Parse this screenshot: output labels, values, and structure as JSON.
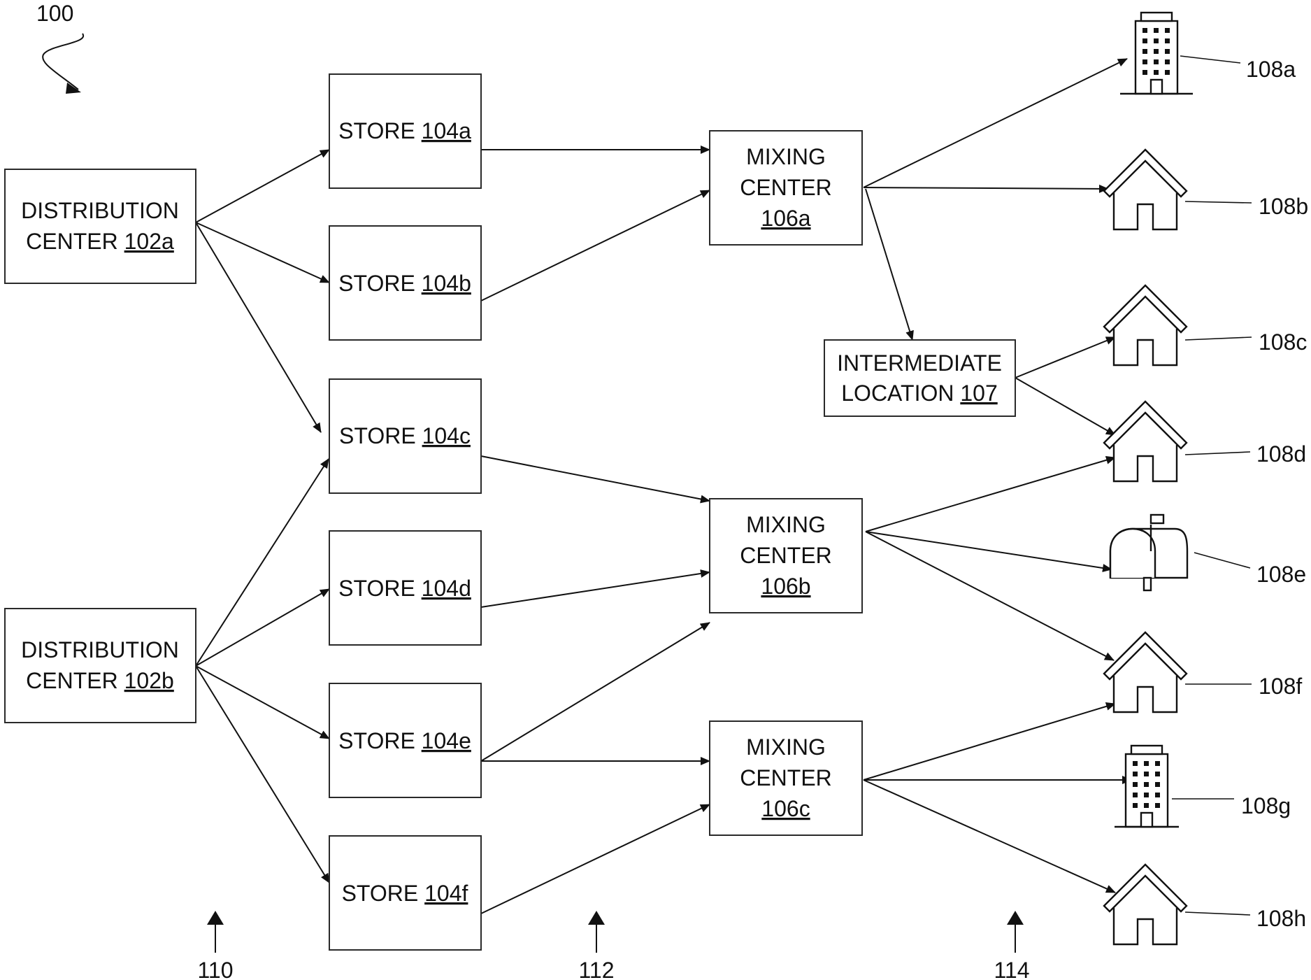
{
  "figure_label": "100",
  "distribution_centers": [
    {
      "id": "102a",
      "line1": "DISTRIBUTION",
      "line2_prefix": "CENTER",
      "ref": "102a"
    },
    {
      "id": "102b",
      "line1": "DISTRIBUTION",
      "line2_prefix": "CENTER",
      "ref": "102b"
    }
  ],
  "stores": [
    {
      "id": "104a",
      "prefix": "STORE",
      "ref": "104a"
    },
    {
      "id": "104b",
      "prefix": "STORE",
      "ref": "104b"
    },
    {
      "id": "104c",
      "prefix": "STORE",
      "ref": "104c"
    },
    {
      "id": "104d",
      "prefix": "STORE",
      "ref": "104d"
    },
    {
      "id": "104e",
      "prefix": "STORE",
      "ref": "104e"
    },
    {
      "id": "104f",
      "prefix": "STORE",
      "ref": "104f"
    }
  ],
  "mixing_centers": [
    {
      "id": "106a",
      "line1": "MIXING",
      "line2": "CENTER",
      "ref": "106a"
    },
    {
      "id": "106b",
      "line1": "MIXING",
      "line2": "CENTER",
      "ref": "106b"
    },
    {
      "id": "106c",
      "line1": "MIXING",
      "line2": "CENTER",
      "ref": "106c"
    }
  ],
  "intermediate_location": {
    "id": "107",
    "line1": "INTERMEDIATE",
    "line2_prefix": "LOCATION",
    "ref": "107"
  },
  "destinations": [
    {
      "id": "108a",
      "icon": "office-building-icon",
      "label": "108a"
    },
    {
      "id": "108b",
      "icon": "house-icon",
      "label": "108b"
    },
    {
      "id": "108c",
      "icon": "house-icon",
      "label": "108c"
    },
    {
      "id": "108d",
      "icon": "house-icon",
      "label": "108d"
    },
    {
      "id": "108e",
      "icon": "mailbox-icon",
      "label": "108e"
    },
    {
      "id": "108f",
      "icon": "house-icon",
      "label": "108f"
    },
    {
      "id": "108g",
      "icon": "office-building-icon",
      "label": "108g"
    },
    {
      "id": "108h",
      "icon": "house-icon",
      "label": "108h"
    }
  ],
  "tier_labels": [
    {
      "id": "110",
      "label": "110"
    },
    {
      "id": "112",
      "label": "112"
    },
    {
      "id": "114",
      "label": "114"
    }
  ],
  "edges": [
    [
      "102a",
      "104a"
    ],
    [
      "102a",
      "104b"
    ],
    [
      "102a",
      "104c"
    ],
    [
      "102b",
      "104c"
    ],
    [
      "102b",
      "104d"
    ],
    [
      "102b",
      "104e"
    ],
    [
      "102b",
      "104f"
    ],
    [
      "104a",
      "106a"
    ],
    [
      "104b",
      "106a"
    ],
    [
      "104c",
      "106b"
    ],
    [
      "104d",
      "106b"
    ],
    [
      "104e",
      "106b"
    ],
    [
      "104e",
      "106c"
    ],
    [
      "104f",
      "106c"
    ],
    [
      "106a",
      "108a"
    ],
    [
      "106a",
      "108b"
    ],
    [
      "106a",
      "107"
    ],
    [
      "107",
      "108c"
    ],
    [
      "107",
      "108d"
    ],
    [
      "106b",
      "108d"
    ],
    [
      "106b",
      "108e"
    ],
    [
      "106b",
      "108f"
    ],
    [
      "106c",
      "108f"
    ],
    [
      "106c",
      "108g"
    ],
    [
      "106c",
      "108h"
    ]
  ]
}
